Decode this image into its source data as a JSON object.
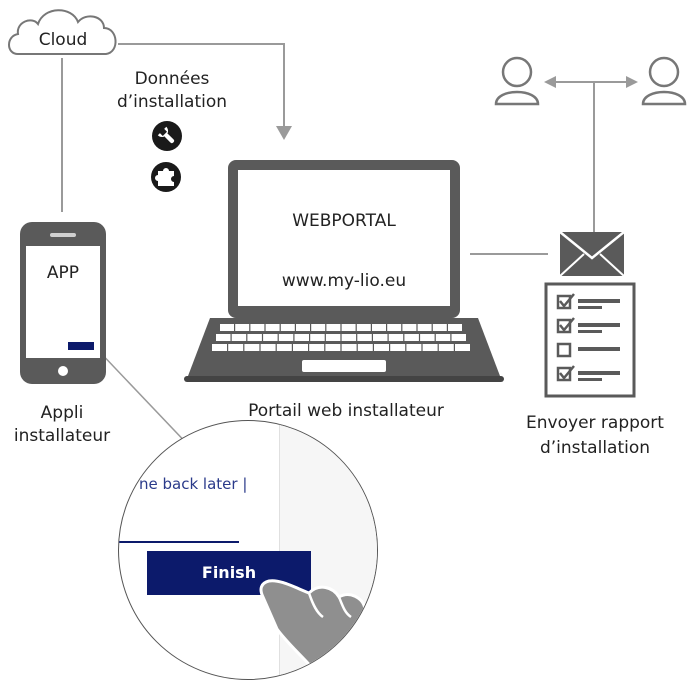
{
  "cloud": {
    "label": "Cloud"
  },
  "installation_data": {
    "line1": "Données",
    "line2": "d’installation",
    "icons": [
      "wrench-icon",
      "puzzle-icon"
    ]
  },
  "phone": {
    "screen_label": "APP",
    "caption_line1": "Appli",
    "caption_line2": "installateur"
  },
  "laptop": {
    "screen_title": "WEBPORTAL",
    "screen_url": "www.my-lio.eu",
    "caption": "Portail web installateur"
  },
  "report": {
    "caption_line1": "Envoyer rapport",
    "caption_line2": "d’installation",
    "icons": [
      "envelope-icon",
      "checklist-icon"
    ]
  },
  "users": {
    "icons": [
      "user-icon",
      "user-icon"
    ]
  },
  "zoom": {
    "link_text": "ne back later |",
    "button_label": "Finish"
  },
  "colors": {
    "navy": "#0c1a6b",
    "line_gray": "#9a9a9a",
    "device_gray": "#555555"
  }
}
